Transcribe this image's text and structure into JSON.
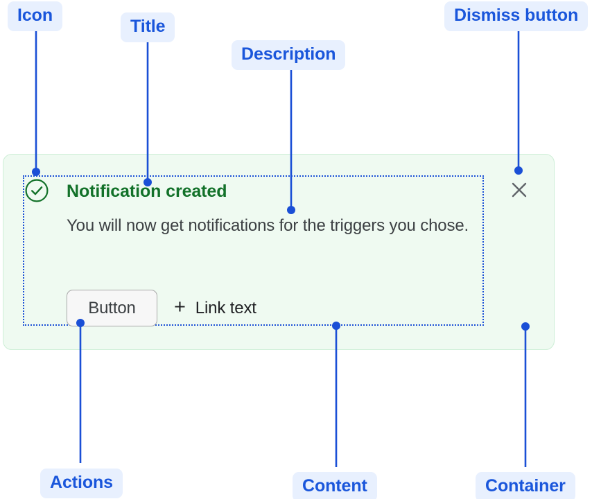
{
  "colors": {
    "annotation_text": "#1a56db",
    "annotation_badge_bg": "#e8f0fe",
    "leader_line": "#1a4fd6",
    "card_bg": "#effaf1",
    "card_border": "#cdeed6",
    "success_green": "#127129",
    "body_text": "#3c4043",
    "button_bg": "#f7f7f7",
    "button_border": "#a8a8a8",
    "dismiss_icon": "#5f6368",
    "page_bg": "#ffffff"
  },
  "annotations": [
    {
      "id": "icon",
      "label": "Icon"
    },
    {
      "id": "title",
      "label": "Title"
    },
    {
      "id": "description",
      "label": "Description"
    },
    {
      "id": "dismiss",
      "label": "Dismiss button"
    },
    {
      "id": "actions",
      "label": "Actions"
    },
    {
      "id": "content",
      "label": "Content"
    },
    {
      "id": "container",
      "label": "Container"
    }
  ],
  "notification": {
    "status": "success",
    "icon_name": "check-circle-icon",
    "title": "Notification created",
    "description": "You will now get notifications for the triggers you chose.",
    "actions": {
      "button_label": "Button",
      "link_plus_glyph": "+",
      "link_label": "Link text"
    },
    "dismiss": {
      "icon_name": "close-icon",
      "aria_label": "Dismiss"
    }
  }
}
